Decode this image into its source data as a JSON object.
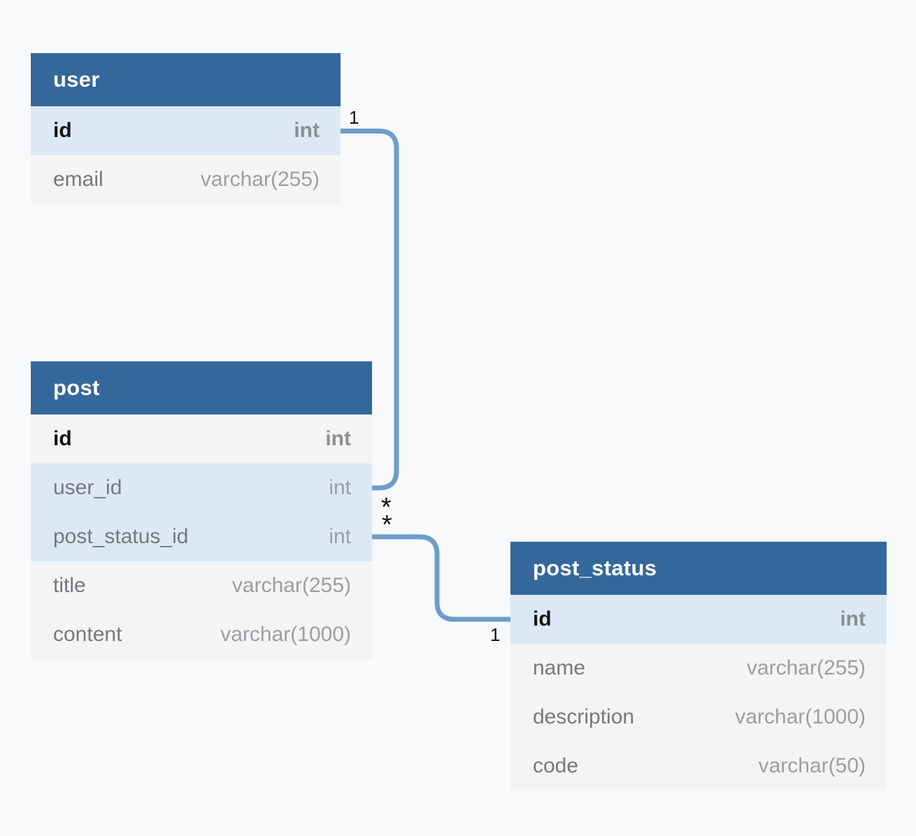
{
  "diagram": {
    "background_color": "#f8f9fa",
    "header_color": "#35689a",
    "highlight_row_color": "#dce9f4",
    "row_color": "#f4f4f5",
    "connector_color": "#6d9dc8",
    "tables": [
      {
        "title": "user",
        "columns": [
          {
            "name": "id",
            "type": "int",
            "primary_key": true,
            "highlighted": true
          },
          {
            "name": "email",
            "type": "varchar(255)",
            "primary_key": false,
            "highlighted": false
          }
        ]
      },
      {
        "title": "post",
        "columns": [
          {
            "name": "id",
            "type": "int",
            "primary_key": true,
            "highlighted": false
          },
          {
            "name": "user_id",
            "type": "int",
            "primary_key": false,
            "highlighted": true
          },
          {
            "name": "post_status_id",
            "type": "int",
            "primary_key": false,
            "highlighted": true
          },
          {
            "name": "title",
            "type": "varchar(255)",
            "primary_key": false,
            "highlighted": false
          },
          {
            "name": "content",
            "type": "varchar(1000)",
            "primary_key": false,
            "highlighted": false
          }
        ]
      },
      {
        "title": "post_status",
        "columns": [
          {
            "name": "id",
            "type": "int",
            "primary_key": true,
            "highlighted": true
          },
          {
            "name": "name",
            "type": "varchar(255)",
            "primary_key": false,
            "highlighted": false
          },
          {
            "name": "description",
            "type": "varchar(1000)",
            "primary_key": false,
            "highlighted": false
          },
          {
            "name": "code",
            "type": "varchar(50)",
            "primary_key": false,
            "highlighted": false
          }
        ]
      }
    ],
    "relationships": [
      {
        "from_table": "user",
        "from_column": "id",
        "from_cardinality": "1",
        "to_table": "post",
        "to_column": "user_id",
        "to_cardinality": "*"
      },
      {
        "from_table": "post",
        "from_column": "post_status_id",
        "from_cardinality": "*",
        "to_table": "post_status",
        "to_column": "id",
        "to_cardinality": "1"
      }
    ]
  }
}
